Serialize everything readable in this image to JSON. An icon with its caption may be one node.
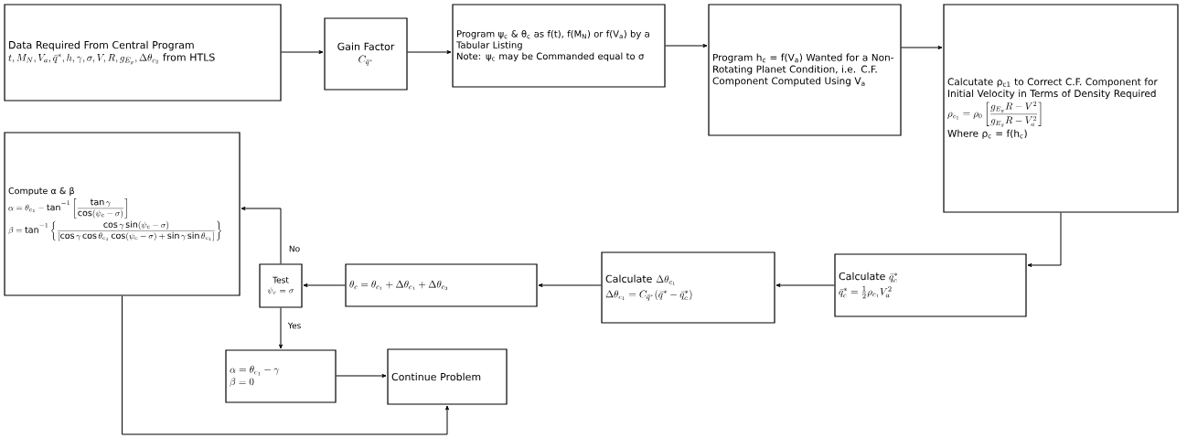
{
  "diagram": {
    "nodes": [
      {
        "text": [
          "Data Required From Central Program",
          "t, M_N, V_a, \\bar{q}^*, h, \\gamma, \\sigma, V, R, g_{E_g}, \\Delta\\theta_{c_2}",
          "from HTLS"
        ]
      },
      {
        "text": [
          "Gain Factor",
          "C_{\\bar{q}^*}"
        ]
      },
      {
        "text": [
          "Program ψ$_{c}$ & θ$_{c}$ as f(t), f(M$_{N}$) or f(V$_{a}$) by a Tabular Listing",
          "Note: ψ$_{c}$ may be Commanded equal to σ"
        ]
      },
      {
        "text": [
          "Program h$_{c}$ = f(V$_{a}$) Wanted for a Non-Rotating Planet Condition, i.e. C.F. Component Computed Using V$_{a}$"
        ]
      },
      {
        "text": [
          "Calcutate ρ$_{c1}$ to Correct C.F. Component for Initial Velocity in Terms of Density Required",
          "\\rho_{c_1}=\\rho_0\\left[\\frac{g_{E_g}R-V^2}{g_{E_g}R-V_a^2}\\right]",
          "Where ρ$_{c}$ = f(h$_{c}$)"
        ]
      },
      {
        "text": [
          "Calculate",
          "\\bar{q}_c^*",
          "\\bar{q}_c^*=\\tfrac{1}{2}\\rho_{c_1}V_a^2"
        ]
      },
      {
        "text": [
          "Calculate",
          "\\Delta\\theta_{c_1}",
          "\\Delta\\theta_{c_1}=C_{\\bar{q}^*}(\\bar{q}^*-\\bar{q}_c^*)"
        ]
      },
      {
        "text": [
          "\\theta_c=\\theta_{c_1}+\\Delta\\theta_{c_1}+\\Delta\\theta_{c_2}"
        ]
      },
      {
        "text": [
          "Test",
          "\\psi_c=\\sigma"
        ]
      },
      {
        "text": [
          "Compute α & β",
          "\\alpha=\\theta_{c_1}-\\tan^{-1}\\left[\\frac{\\tan\\gamma}{\\cos(\\psi_c-\\sigma)}\\right]",
          "\\beta=\\tan^{-1}\\left\\{\\frac{\\cos\\gamma\\sin(\\psi_c-\\sigma)}{[\\cos\\gamma\\cos\\theta_{c_1}\\cos(\\psi_c-\\sigma)+\\sin\\gamma\\sin\\theta_{c_1}]}\\right\\}"
        ]
      },
      {
        "text": [
          "\\alpha=\\theta_{c_1}-\\gamma",
          "\\beta=0"
        ]
      },
      {
        "text": [
          "Continue Problem"
        ]
      }
    ],
    "edges": [
      {
        "from": 0,
        "to": 1,
        "arrow": "to"
      },
      {
        "from": 1,
        "to": 2,
        "arrow": "to"
      },
      {
        "from": 2,
        "to": 3,
        "arrow": "to"
      },
      {
        "from": 3,
        "to": 4,
        "arrow": "to"
      },
      {
        "from": 4,
        "to": 5,
        "arrow": "to"
      },
      {
        "from": 5,
        "to": 6,
        "arrow": "to"
      },
      {
        "from": 6,
        "to": 7,
        "arrow": "to"
      },
      {
        "from": 7,
        "to": 8,
        "arrow": "to"
      },
      {
        "from": 8,
        "to": 9,
        "arrow": "to",
        "label": "No"
      },
      {
        "from": 8,
        "to": 10,
        "arrow": "to",
        "label": "Yes"
      },
      {
        "from": 10,
        "to": 11,
        "arrow": "to"
      },
      {
        "from": 9,
        "to": 11,
        "arrow": "to"
      }
    ]
  }
}
